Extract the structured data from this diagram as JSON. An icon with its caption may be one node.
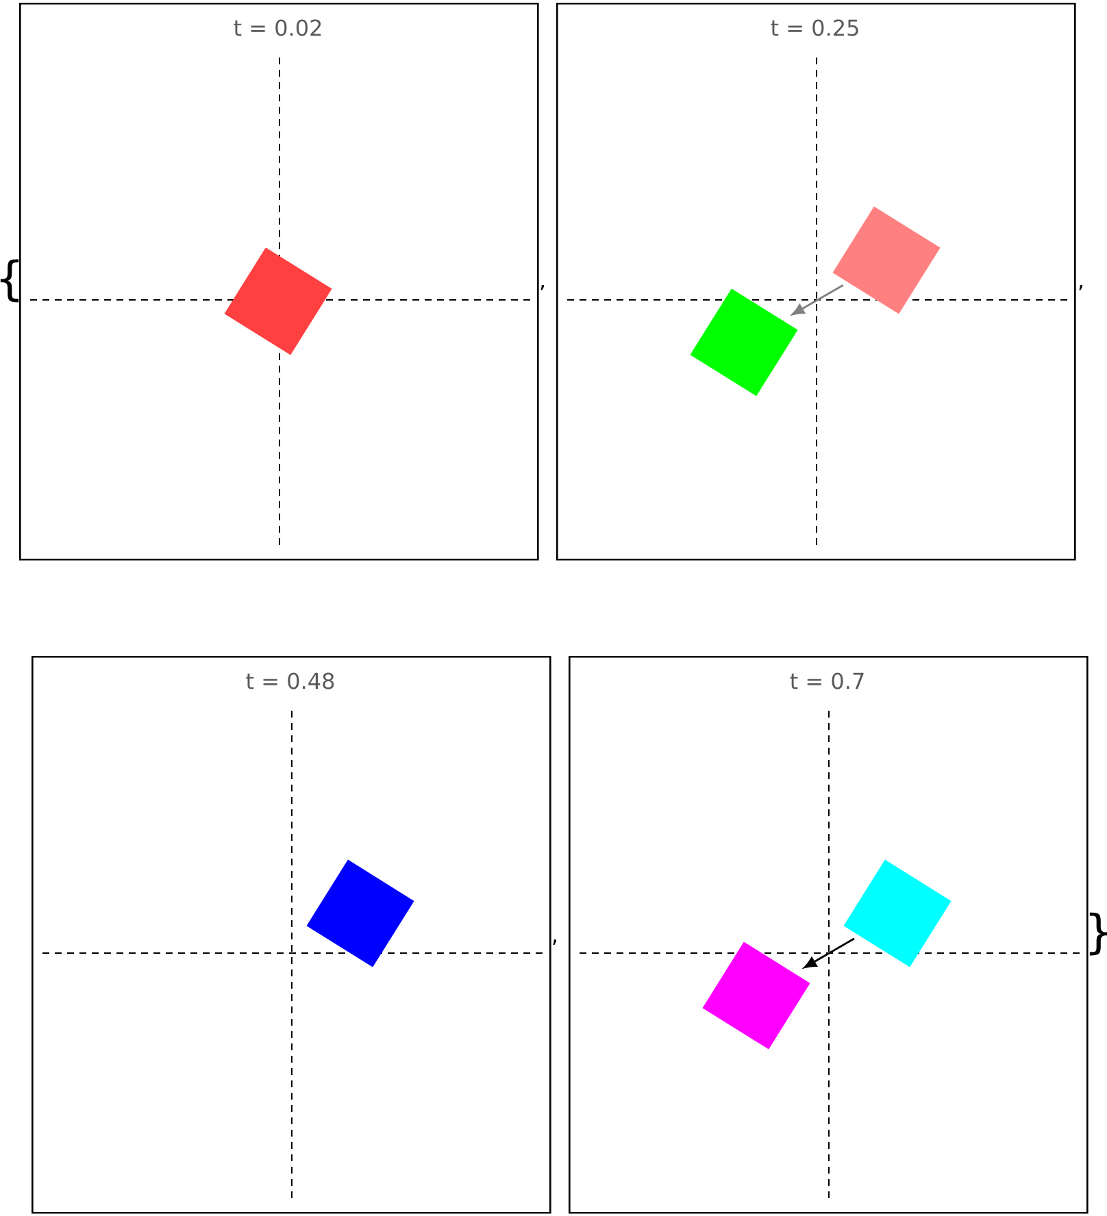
{
  "diagram": {
    "nodes": [
      {
        "text": [
          "t = 0.02"
        ]
      },
      {
        "text": [],
        "shape": "box",
        "in": 0
      },
      {
        "text": [
          "t = 0.25"
        ]
      },
      {
        "text": [],
        "shape": "box",
        "in": 2
      },
      {
        "text": [],
        "shape": "box",
        "in": 2
      },
      {
        "text": [
          "t = 0.48"
        ]
      },
      {
        "text": [],
        "shape": "box",
        "in": 5
      },
      {
        "text": [
          "t = 0.7"
        ]
      },
      {
        "text": [],
        "shape": "box",
        "in": 7
      },
      {
        "text": [],
        "shape": "box",
        "in": 7
      }
    ],
    "edges": [
      {
        "from": 3,
        "to": 4,
        "arrow": "to",
        "color": "#808080"
      },
      {
        "from": 8,
        "to": 9,
        "arrow": "to",
        "color": "#000000"
      }
    ],
    "labels": [
      "{",
      ",",
      ",",
      ",",
      "}"
    ]
  }
}
